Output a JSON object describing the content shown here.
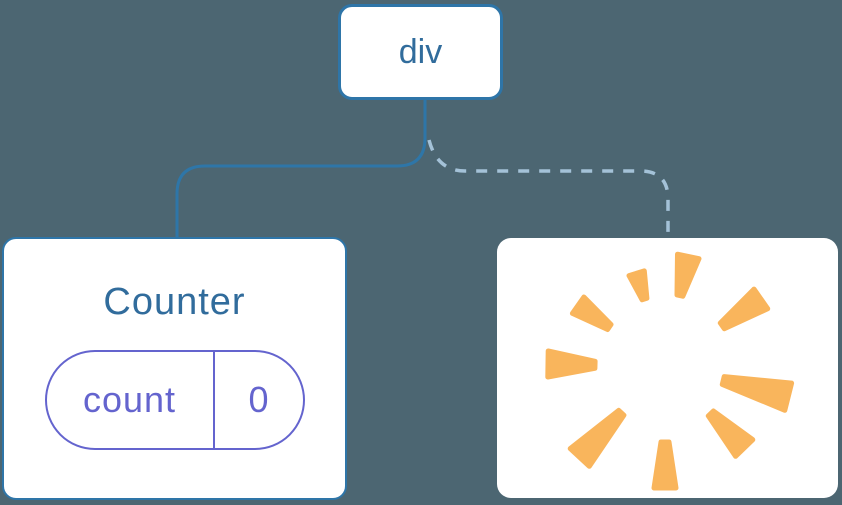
{
  "diagram": {
    "background_color": "#4C6672",
    "root_node": {
      "label": "div",
      "bg": "#FFFFFF",
      "border_color": "#2E75A8",
      "text_color": "#316C9C"
    },
    "connectors": {
      "to_counter": {
        "style": "solid",
        "color": "#2E76A8"
      },
      "to_removed": {
        "style": "dashed",
        "color": "#A4C2D8"
      }
    },
    "counter_node": {
      "title": "Counter",
      "bg": "#FFFFFF",
      "border_color": "#2E75A8",
      "state_pill": {
        "key": "count",
        "value": "0",
        "color": "#6464CE"
      }
    },
    "removed_node": {
      "bg": "#FFFFFF",
      "icon": "poof-starburst-icon",
      "icon_color": "#F9B55C"
    }
  }
}
